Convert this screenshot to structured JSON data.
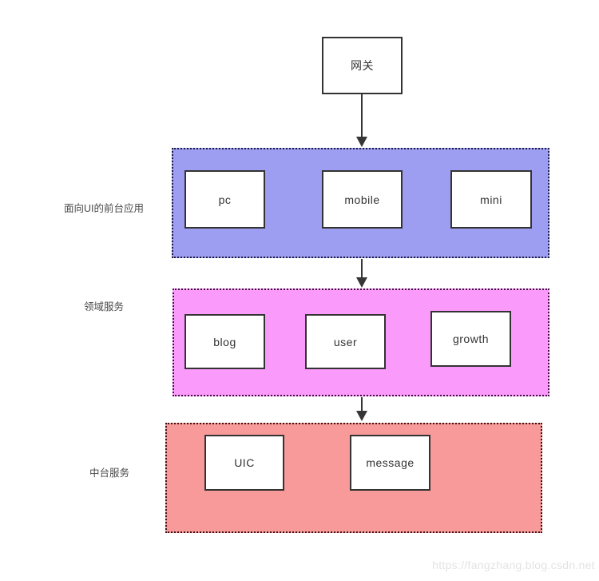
{
  "diagram": {
    "gateway": {
      "label": "网关"
    },
    "bands": [
      {
        "name": "frontend-apps",
        "side_label": "面向UI的前台应用",
        "fill": "#9d9df2",
        "border_color": "#1f1f3d",
        "boxes": [
          {
            "label": "pc"
          },
          {
            "label": "mobile"
          },
          {
            "label": "mini"
          }
        ]
      },
      {
        "name": "domain-services",
        "side_label": "领域服务",
        "fill": "#fa9afa",
        "border_color": "#3d123d",
        "boxes": [
          {
            "label": "blog"
          },
          {
            "label": "user"
          },
          {
            "label": "growth"
          }
        ]
      },
      {
        "name": "middle-platform-services",
        "side_label": "中台服务",
        "fill": "#f89a9a",
        "border_color": "#3d1212",
        "boxes": [
          {
            "label": "UIC"
          },
          {
            "label": "message"
          }
        ]
      }
    ],
    "watermark": "https://fangzhang.blog.csdn.net",
    "colors": {
      "box_border": "#333333",
      "arrow": "#363636",
      "label_text": "#4a4a4a",
      "watermark_text": "#e3e3e3"
    }
  }
}
